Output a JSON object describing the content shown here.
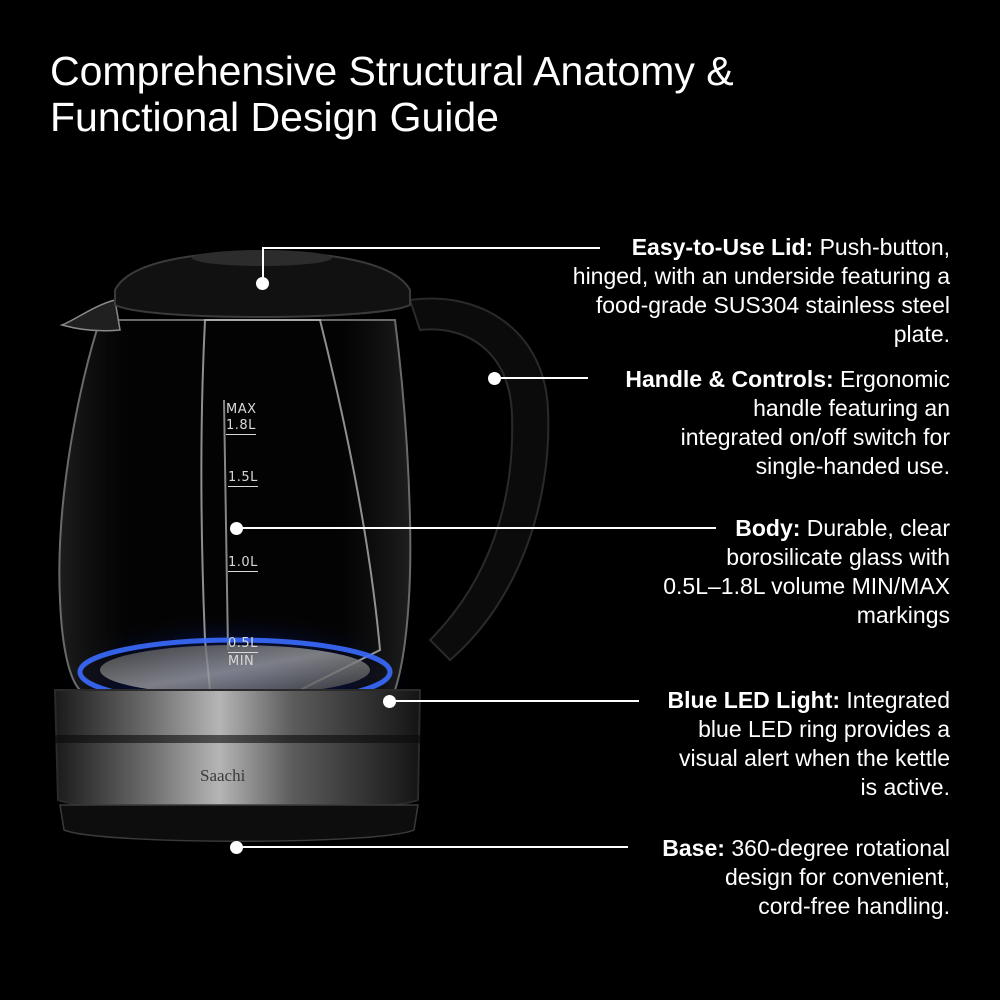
{
  "title": {
    "line1": "Comprehensive Structural Anatomy &",
    "line2": "Functional Design Guide"
  },
  "callouts": [
    {
      "label": "Easy-to-Use Lid:",
      "lines": [
        " Push-button,",
        "hinged, with an underside featuring a",
        "food-grade SUS304 stainless steel",
        "plate."
      ]
    },
    {
      "label": "Handle & Controls:",
      "lines": [
        " Ergonomic",
        "handle featuring an",
        "integrated on/off switch for",
        "single-handed use."
      ]
    },
    {
      "label": "Body:",
      "lines": [
        " Durable, clear",
        "borosilicate glass with",
        "0.5L–1.8L volume MIN/MAX",
        "markings"
      ]
    },
    {
      "label": "Blue LED Light:",
      "lines": [
        " Integrated",
        "blue LED ring provides a",
        "visual alert when the kettle",
        "is active."
      ]
    },
    {
      "label": "Base:",
      "lines": [
        " 360-degree rotational",
        "design for convenient,",
        "cord-free handling."
      ]
    }
  ],
  "markings": {
    "max": "MAX",
    "l18": "1.8L",
    "l15": "1.5L",
    "l10": "1.0L",
    "l05": "0.5L",
    "min": "MIN"
  },
  "brand": "Saachi",
  "colors": {
    "background": "#000000",
    "text": "#ffffff",
    "led_blue": "#3a6bff"
  }
}
